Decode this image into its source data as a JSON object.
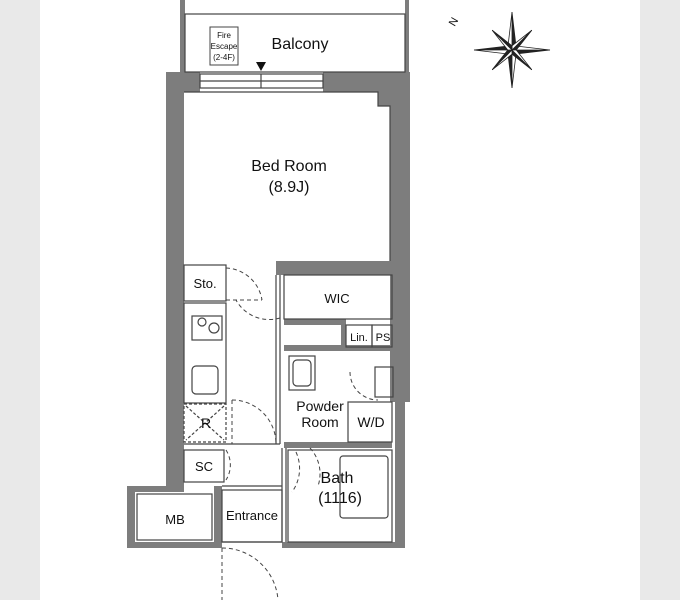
{
  "plan": {
    "fire_escape": [
      "Fire",
      "Escape",
      "(2-4F)"
    ],
    "rooms": {
      "balcony": "Balcony",
      "bedroom": "Bed Room",
      "bedroom_size": "(8.9J)",
      "storage": "Sto.",
      "wic": "WIC",
      "linen": "Lin.",
      "ps": "PS",
      "powder_room": [
        "Powder",
        "Room"
      ],
      "washer": "W/D",
      "refrigerator": "R",
      "shoe_closet": "SC",
      "bath": "Bath",
      "bath_size": "(1116)",
      "meter_box": "MB",
      "entrance": "Entrance"
    },
    "compass": "N"
  },
  "colors": {
    "wall": "#7d7d7d",
    "line": "#444444",
    "background": "#e9e9e9",
    "sheet": "#ffffff"
  }
}
